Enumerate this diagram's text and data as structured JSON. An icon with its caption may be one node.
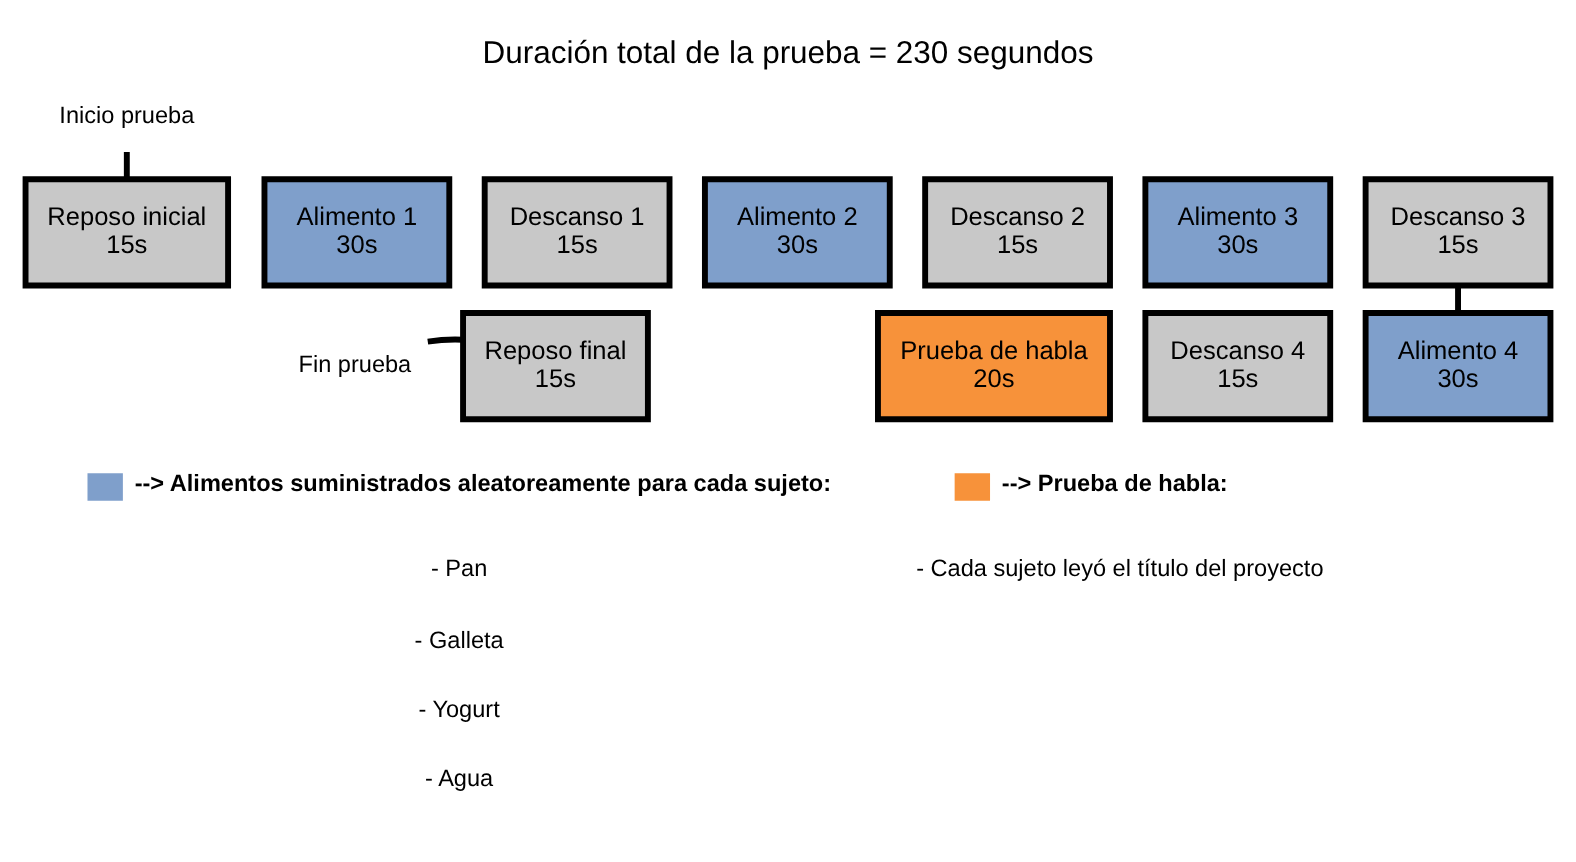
{
  "diagram": {
    "title": "Duración total de la prueba = 230 segundos",
    "nodes": [
      {
        "text": [
          "Inicio prueba"
        ]
      },
      {
        "text": [
          "Reposo inicial",
          "15s"
        ]
      },
      {
        "text": [
          "Alimento 1",
          "30s"
        ]
      },
      {
        "text": [
          "Descanso 1",
          "15s"
        ]
      },
      {
        "text": [
          "Alimento 2",
          "30s"
        ]
      },
      {
        "text": [
          "Descanso 2",
          "15s"
        ]
      },
      {
        "text": [
          "Alimento 3",
          "30s"
        ]
      },
      {
        "text": [
          "Descanso 3",
          "15s"
        ]
      },
      {
        "text": [
          "Fin prueba"
        ]
      },
      {
        "text": [
          "Reposo final",
          "15s"
        ]
      },
      {
        "text": [
          "Prueba de habla",
          "20s"
        ]
      },
      {
        "text": [
          "Descanso 4",
          "15s"
        ]
      },
      {
        "text": [
          "Alimento 4",
          "30s"
        ]
      }
    ],
    "edges": [
      {
        "from": 0,
        "to": 1,
        "arrow": "none"
      },
      {
        "from": 7,
        "to": 12,
        "arrow": "none"
      },
      {
        "from": 8,
        "to": 9,
        "arrow": "none"
      }
    ],
    "labels": [
      "- Pan",
      "- Galleta",
      "- Yogurt",
      "- Agua",
      "- Cada sujeto leyó el título del proyecto"
    ],
    "legend": [
      {
        "text": "--> Alimentos suministrados aleatoreamente para cada sujeto:",
        "color": "#7f9fcb"
      },
      {
        "text": "--> Prueba de habla:",
        "color": "#f7923a"
      }
    ]
  }
}
